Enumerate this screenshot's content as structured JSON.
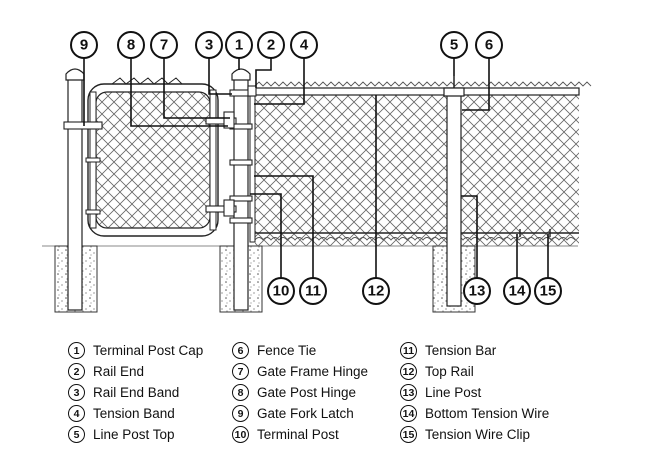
{
  "callouts": [
    {
      "num": "1"
    },
    {
      "num": "2"
    },
    {
      "num": "3"
    },
    {
      "num": "4"
    },
    {
      "num": "5"
    },
    {
      "num": "6"
    },
    {
      "num": "7"
    },
    {
      "num": "8"
    },
    {
      "num": "9"
    },
    {
      "num": "10"
    },
    {
      "num": "11"
    },
    {
      "num": "12"
    },
    {
      "num": "13"
    },
    {
      "num": "14"
    },
    {
      "num": "15"
    }
  ],
  "legend": [
    {
      "num": "1",
      "label": "Terminal Post Cap"
    },
    {
      "num": "2",
      "label": "Rail End"
    },
    {
      "num": "3",
      "label": "Rail End Band"
    },
    {
      "num": "4",
      "label": "Tension Band"
    },
    {
      "num": "5",
      "label": "Line Post Top"
    },
    {
      "num": "6",
      "label": "Fence Tie"
    },
    {
      "num": "7",
      "label": "Gate Frame Hinge"
    },
    {
      "num": "8",
      "label": "Gate Post Hinge"
    },
    {
      "num": "9",
      "label": "Gate Fork Latch"
    },
    {
      "num": "10",
      "label": "Terminal Post"
    },
    {
      "num": "11",
      "label": "Tension Bar"
    },
    {
      "num": "12",
      "label": "Top Rail"
    },
    {
      "num": "13",
      "label": "Line Post"
    },
    {
      "num": "14",
      "label": "Bottom Tension Wire"
    },
    {
      "num": "15",
      "label": "Tension Wire Clip"
    }
  ],
  "colors": {
    "ink": "#111111",
    "mesh": "#555555",
    "concrete": "#f4f4f4",
    "ground": "#888888"
  }
}
